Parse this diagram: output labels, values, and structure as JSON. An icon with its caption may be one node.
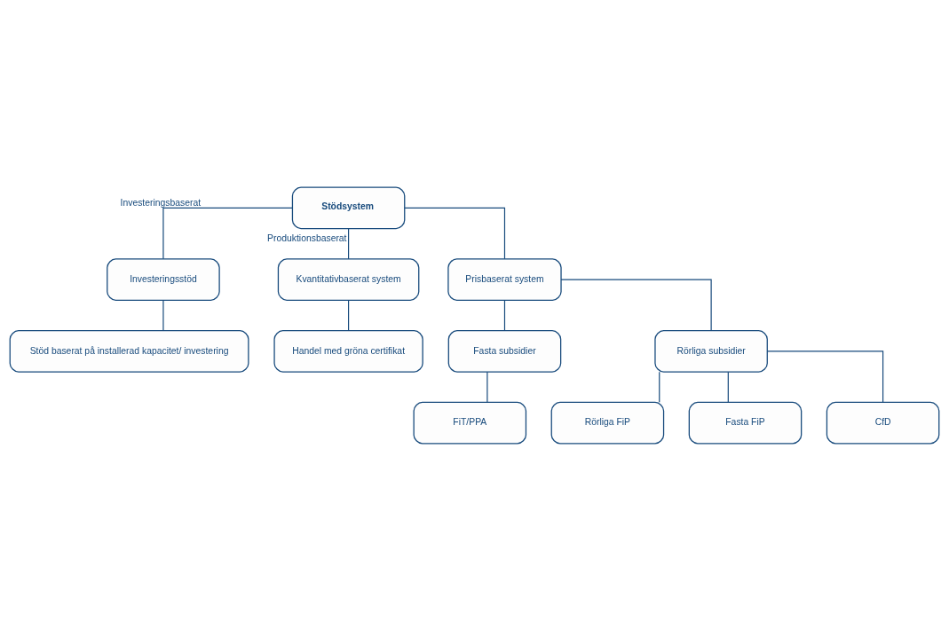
{
  "diagram": {
    "nodes": [
      {
        "text": [
          "Stödsystem"
        ]
      },
      {
        "text": [
          "Investeringsstöd"
        ]
      },
      {
        "text": [
          "Kvantitativbaserat system"
        ]
      },
      {
        "text": [
          "Prisbaserat system"
        ]
      },
      {
        "text": [
          "Stöd baserat på installerad kapacitet/ investering"
        ]
      },
      {
        "text": [
          "Handel med gröna certifikat"
        ]
      },
      {
        "text": [
          "Fasta subsidier"
        ]
      },
      {
        "text": [
          "Rörliga subsidier"
        ]
      },
      {
        "text": [
          "FiT/PPA"
        ]
      },
      {
        "text": [
          "Rörliga FiP"
        ]
      },
      {
        "text": [
          "Fasta FiP"
        ]
      },
      {
        "text": [
          "CfD"
        ]
      }
    ],
    "edges": [
      {
        "from": 0,
        "to": 1,
        "arrow": "none",
        "label": "Investeringsbaserat"
      },
      {
        "from": 0,
        "to": 2,
        "arrow": "none",
        "label": "Produktionsbaserat"
      },
      {
        "from": 0,
        "to": 3,
        "arrow": "none"
      },
      {
        "from": 1,
        "to": 4,
        "arrow": "none"
      },
      {
        "from": 2,
        "to": 5,
        "arrow": "none"
      },
      {
        "from": 3,
        "to": 6,
        "arrow": "none"
      },
      {
        "from": 3,
        "to": 7,
        "arrow": "none"
      },
      {
        "from": 6,
        "to": 8,
        "arrow": "none"
      },
      {
        "from": 7,
        "to": 9,
        "arrow": "none"
      },
      {
        "from": 7,
        "to": 10,
        "arrow": "none"
      },
      {
        "from": 7,
        "to": 11,
        "arrow": "none"
      }
    ]
  }
}
